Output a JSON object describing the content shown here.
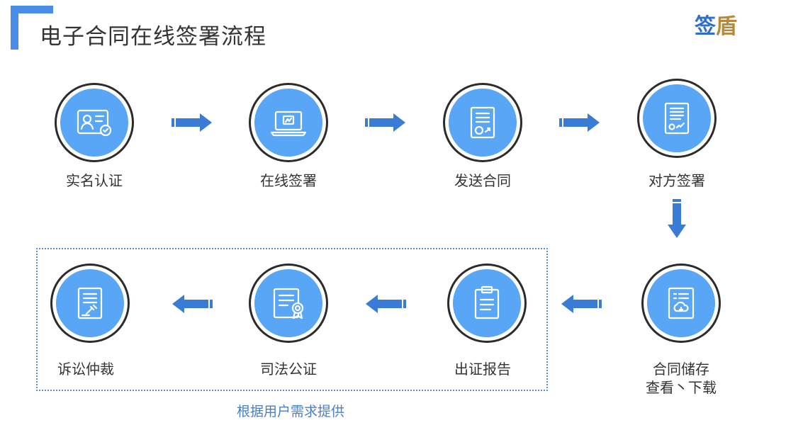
{
  "header": {
    "title": "电子合同在线签署流程",
    "logo": [
      "签",
      "盾"
    ]
  },
  "steps": [
    {
      "label": "实名认证",
      "icon": "id-card-icon"
    },
    {
      "label": "在线签署",
      "icon": "laptop-sign-icon"
    },
    {
      "label": "发送合同",
      "icon": "contract-send-icon"
    },
    {
      "label": "对方签署",
      "icon": "document-sign-icon"
    },
    {
      "label": "合同储存",
      "label2": "查看丶下载",
      "icon": "cloud-storage-icon"
    },
    {
      "label": "出证报告",
      "icon": "clipboard-icon"
    },
    {
      "label": "司法公证",
      "icon": "certificate-icon"
    },
    {
      "label": "诉讼仲裁",
      "icon": "gavel-document-icon"
    }
  ],
  "note": "根据用户需求提供",
  "colors": {
    "accent": "#4a8de8",
    "circle": "#58a6f5",
    "arrow": "#3a7bd5",
    "note": "#4a7fc4"
  }
}
